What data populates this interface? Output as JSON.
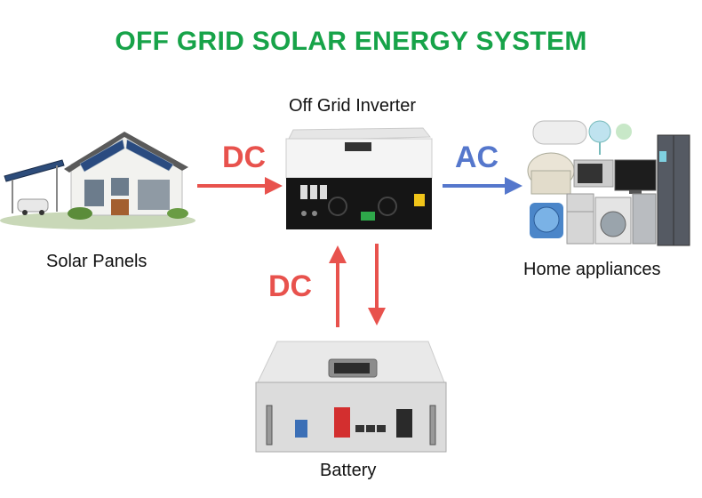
{
  "title": "OFF GRID SOLAR ENERGY SYSTEM",
  "labels": {
    "inverter": "Off Grid Inverter",
    "solar": "Solar Panels",
    "appliances": "Home appliances",
    "battery": "Battery"
  },
  "flows": {
    "solar_to_inverter": "DC",
    "inverter_to_appliances": "AC",
    "inverter_battery": "DC"
  },
  "colors": {
    "title": "#17a349",
    "dc": "#e8524d",
    "ac": "#5577cc"
  }
}
